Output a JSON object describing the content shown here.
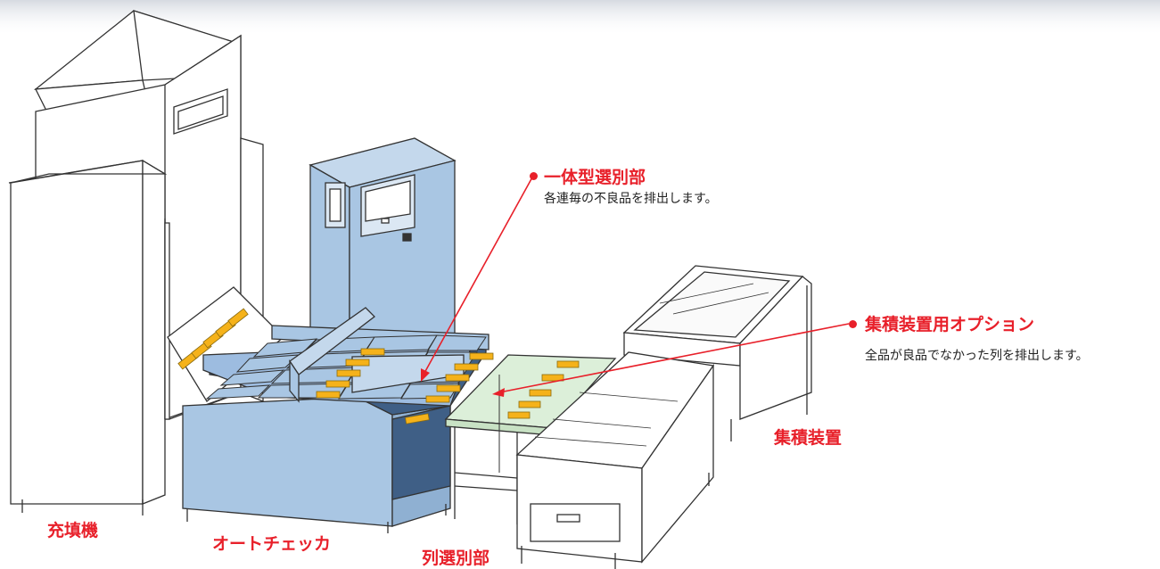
{
  "labels": {
    "filler": "充填機",
    "auto_checker": "オートチェッカ",
    "row_sorter": "列選別部",
    "accumulator": "集積装置"
  },
  "callouts": {
    "integrated": {
      "title": "一体型選別部",
      "desc": "各連毎の不良品を排出します。"
    },
    "accumulator_option": {
      "title": "集積装置用オプション",
      "desc": "全品が良品でなかった列を排出します。"
    }
  },
  "colors": {
    "accent": "#e8202a",
    "machine_blue": "#a9c6e3",
    "belt_dark": "#3f5f86",
    "product": "#f5b21a",
    "conveyor_green": "#dcefd9"
  }
}
